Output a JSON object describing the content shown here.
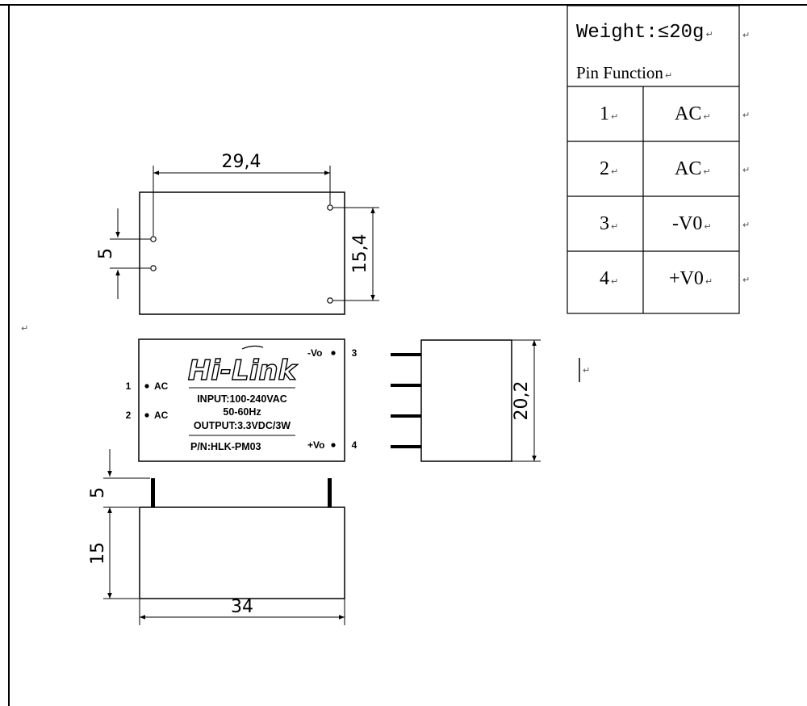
{
  "table": {
    "weight": "Weight:≤20g",
    "pin_function": "Pin Function",
    "rows": [
      {
        "pin": "1",
        "func": "AC"
      },
      {
        "pin": "2",
        "func": "AC"
      },
      {
        "pin": "3",
        "func": "-V0"
      },
      {
        "pin": "4",
        "func": "+V0"
      }
    ]
  },
  "top_view": {
    "width_dim": "29,4",
    "pin_spacing_dim": "5",
    "height_dim": "15,4"
  },
  "front_view": {
    "brand": "Hi-Link",
    "input_line": "INPUT:100-240VAC",
    "freq_line": "50-60Hz",
    "output_line": "OUTPUT:3.3VDC/3W",
    "part_number": "P/N:HLK-PM03",
    "pin1_num": "1",
    "pin1_label": "AC",
    "pin2_num": "2",
    "pin2_label": "AC",
    "pin3_label": "-Vo",
    "pin3_num": "3",
    "pin4_label": "+Vo",
    "pin4_num": "4"
  },
  "side_view": {
    "depth_dim": "20,2"
  },
  "bottom_view": {
    "pin_length_dim": "5",
    "body_height_dim": "15",
    "width_dim": "34"
  },
  "paragraph_mark": "↵"
}
